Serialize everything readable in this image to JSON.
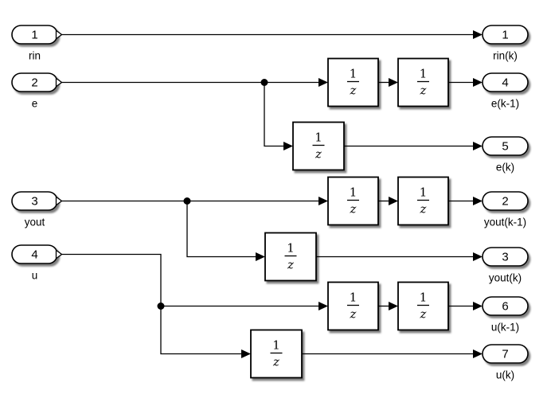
{
  "inports": [
    {
      "num": "1",
      "label": "rin"
    },
    {
      "num": "2",
      "label": "e"
    },
    {
      "num": "3",
      "label": "yout"
    },
    {
      "num": "4",
      "label": "u"
    }
  ],
  "outports": [
    {
      "num": "1",
      "label": "rin(k)"
    },
    {
      "num": "4",
      "label": "e(k-1)"
    },
    {
      "num": "5",
      "label": "e(k)"
    },
    {
      "num": "2",
      "label": "yout(k-1)"
    },
    {
      "num": "3",
      "label": "yout(k)"
    },
    {
      "num": "6",
      "label": "u(k-1)"
    },
    {
      "num": "7",
      "label": "u(k)"
    }
  ],
  "unit_delay": {
    "numerator": "1",
    "denominator": "z"
  },
  "colors": {
    "wire": "#000000",
    "block_fill": "#ffffff",
    "block_border": "#000000",
    "background": "#ffffff"
  }
}
